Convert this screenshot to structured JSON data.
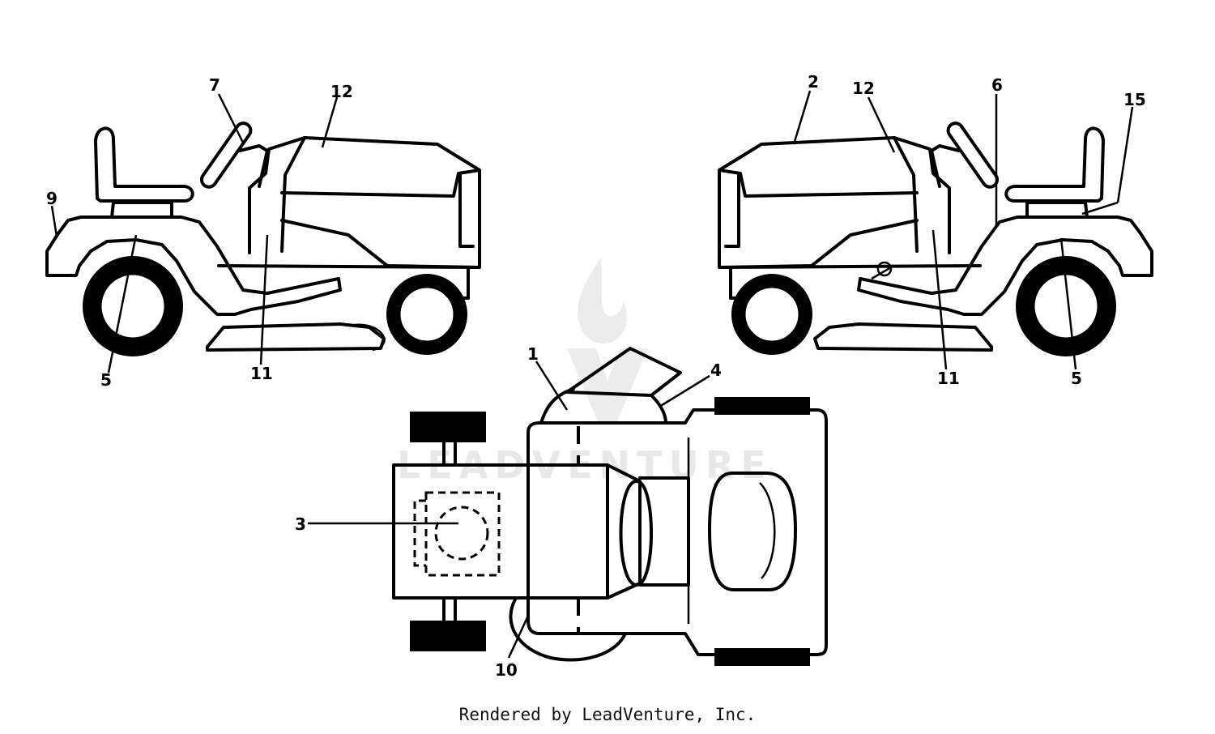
{
  "watermark": {
    "text": "LEADVENTURE",
    "color": "#e8e8e8"
  },
  "callouts": [
    {
      "id": "c7",
      "label": "7"
    },
    {
      "id": "c12a",
      "label": "12"
    },
    {
      "id": "c9",
      "label": "9"
    },
    {
      "id": "c5a",
      "label": "5"
    },
    {
      "id": "c11a",
      "label": "11"
    },
    {
      "id": "c2",
      "label": "2"
    },
    {
      "id": "c12b",
      "label": "12"
    },
    {
      "id": "c6",
      "label": "6"
    },
    {
      "id": "c15",
      "label": "15"
    },
    {
      "id": "c11b",
      "label": "11"
    },
    {
      "id": "c5b",
      "label": "5"
    },
    {
      "id": "c1",
      "label": "1"
    },
    {
      "id": "c4",
      "label": "4"
    },
    {
      "id": "c3",
      "label": "3"
    },
    {
      "id": "c10",
      "label": "10"
    }
  ],
  "footer": {
    "text": "Rendered by LeadVenture, Inc."
  }
}
